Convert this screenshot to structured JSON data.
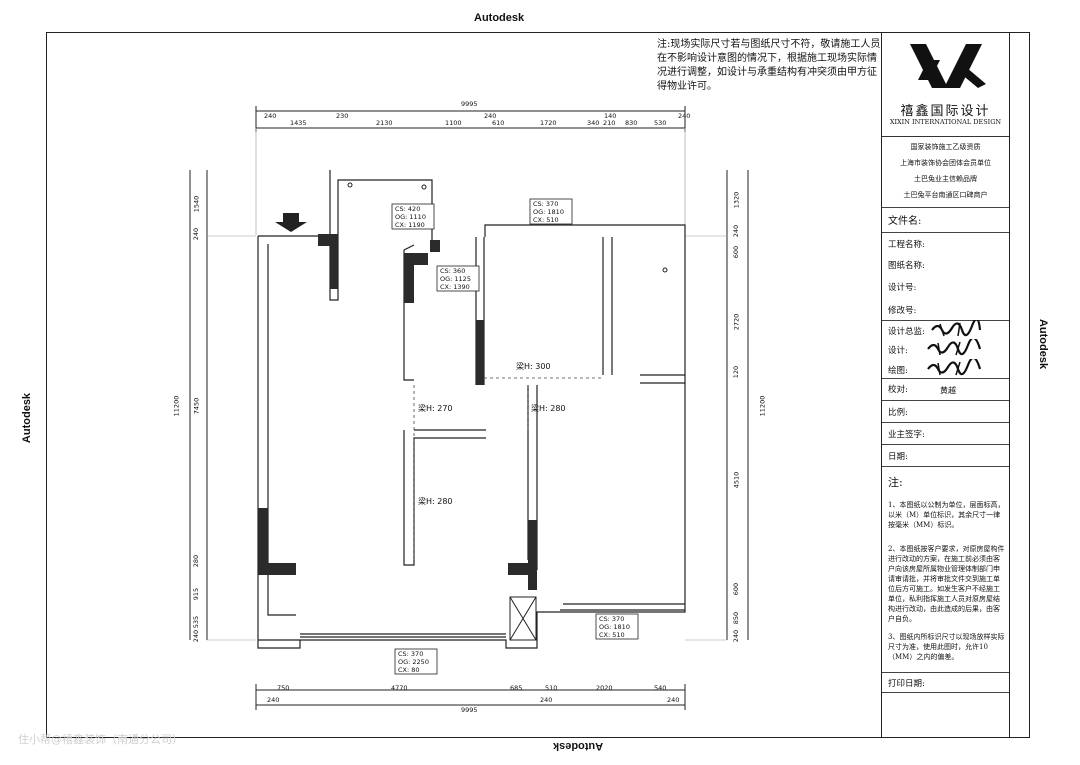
{
  "edge_labels": {
    "top": "Autodesk",
    "bottom": "Autodesk",
    "left": "Autodesk",
    "right": "Autodesk"
  },
  "note_top": "注:现场实际尺寸若与图纸尺寸不符，敬请施工人员在不影响设计意图的情况下，根据施工现场实际情况进行调整，如设计与承重结构有冲突须由甲方征得物业许可。",
  "title_block": {
    "company_cn": "禧鑫国际设计",
    "company_en": "XIXIN INTERNATIONAL DESIGN",
    "credentials": [
      "国家装饰施工乙级资质",
      "上海市装饰协会团体会员单位",
      "土巴兔业主信赖品牌",
      "土巴兔平台南通区口碑商户"
    ],
    "fields": {
      "file_name": "文件名:",
      "project_name": "工程名称:",
      "drawing_name": "图纸名称:",
      "design_no": "设计号:",
      "revision_no": "修改号:",
      "chief_designer": "设计总监:",
      "designer": "设计:",
      "drafter": "绘图:",
      "checker": "校对:",
      "checker_value": "黄越",
      "scale": "比例:",
      "owner_sign": "业主签字:",
      "date": "日期:"
    },
    "notes_title": "注:",
    "notes": [
      "1、本图纸以公制为单位，层面标高，以米（M）单位标识，其余尺寸一律按毫米（MM）标识。",
      "2、本图纸按客户要求，对原房屋构件进行改动的方案，在施工前必须由客户向该房屋所属物业管理体制部门申请审请批，并将审批文件交到施工单位后方可施工。如发生客户不经施工单位，私利指挥施工人员对原房屋结构进行改动，由此造成的后果，由客户自负。",
      "3、图纸内所标识尺寸以现场放样实际尺寸为准，使用此图时，允许10（MM）之内的偏差。"
    ],
    "print_date": "打印日期:"
  },
  "dims": {
    "top_total": "9995",
    "top_segments": [
      "240",
      "1435",
      "230",
      "2130",
      "1100",
      "240",
      "610",
      "1720",
      "340",
      "140",
      "210",
      "830",
      "530",
      "240"
    ],
    "bottom_total": "9995",
    "bottom_segments": [
      "750",
      "4770",
      "685",
      "510",
      "2020",
      "540"
    ],
    "bottom_small": [
      "240",
      "240",
      "240"
    ],
    "left_total": "11200",
    "left_segments": [
      "1540",
      "240",
      "7450",
      "280",
      "915",
      "535",
      "240"
    ],
    "right_total": "11200",
    "right_segments": [
      "1320",
      "240",
      "600",
      "2720",
      "120",
      "4510",
      "600",
      "850",
      "240"
    ]
  },
  "windows": [
    {
      "cs": "CS: 420",
      "og": "OG: 1110",
      "cx": "CX: 1190"
    },
    {
      "cs": "CS: 370",
      "og": "OG: 1810",
      "cx": "CX: 510"
    },
    {
      "cs": "CS: 360",
      "og": "OG: 1125",
      "cx": "CX: 1390"
    },
    {
      "cs": "CS: 370",
      "og": "OG: 1810",
      "cx": "CX: 510"
    },
    {
      "cs": "CS: 370",
      "og": "OG: 2250",
      "cx": "CX: 80"
    }
  ],
  "beams": [
    "梁H: 300",
    "梁H: 270",
    "梁H: 280",
    "梁H: 280"
  ],
  "watermark": "住小帮@禧鑫装饰（南通分公司）",
  "colors": {
    "line": "#222222",
    "column": "#2b2b2b"
  }
}
